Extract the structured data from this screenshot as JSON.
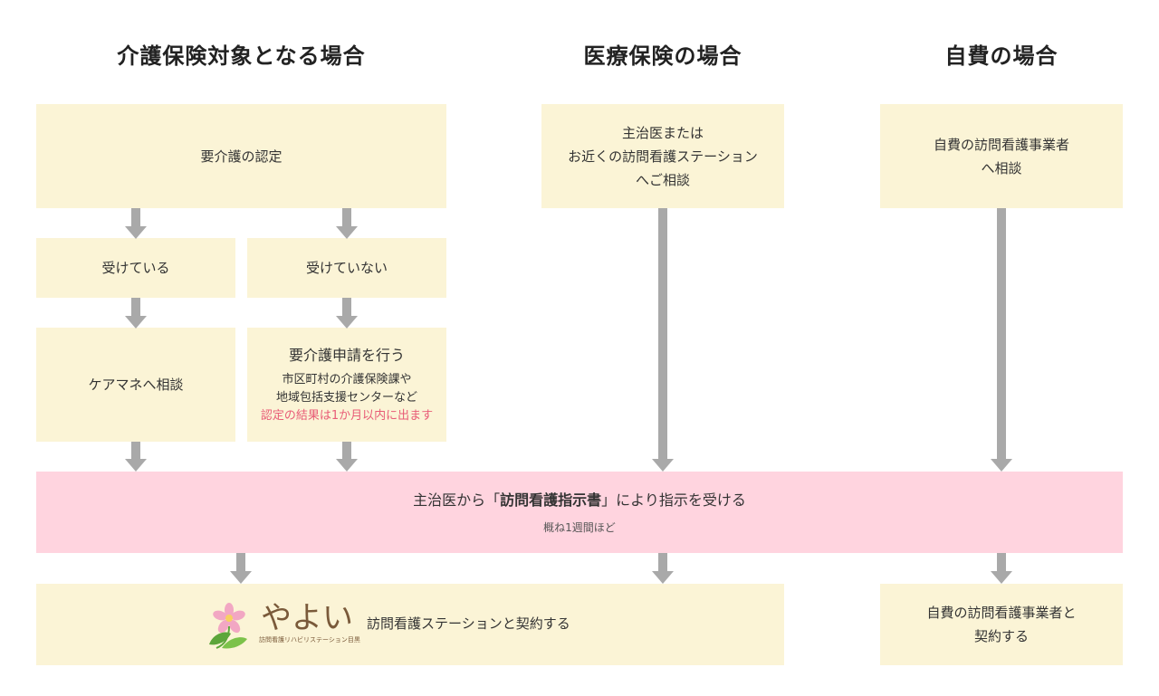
{
  "headings": {
    "kaigo": "介護保険対象となる場合",
    "iryo": "医療保険の場合",
    "jihi": "自費の場合"
  },
  "boxes": {
    "nintei": "要介護の認定",
    "uketeiru": "受けている",
    "uketeinai": "受けていない",
    "caremane": "ケアマネへ相談",
    "shinsei_title": "要介護申請を行う",
    "shinsei_line1": "市区町村の介護保険課や",
    "shinsei_line2": "地域包括支援センターなど",
    "shinsei_note": "認定の結果は1か月以内に出ます",
    "iryo_line1": "主治医または",
    "iryo_line2": "お近くの訪問看護ステーション",
    "iryo_line3": "へご相談",
    "jihi_line1": "自費の訪問看護事業者",
    "jihi_line2": "へ相談",
    "shiji_pre": "主治医から「",
    "shiji_bold": "訪問看護指示書",
    "shiji_post": "」により指示を受ける",
    "shiji_sub": "概ね1週間ほど",
    "contract": "訪問看護ステーションと契約する",
    "jihi_contract_line1": "自費の訪問看護事業者と",
    "jihi_contract_line2": "契約する"
  },
  "logo": {
    "name": "やよい",
    "tagline": "訪問看護リハビリステーション目黒"
  },
  "colors": {
    "box": "#fbf4d6",
    "pink": "#ffd4df",
    "arrow": "#a9a9a9",
    "note": "#e85c77"
  }
}
